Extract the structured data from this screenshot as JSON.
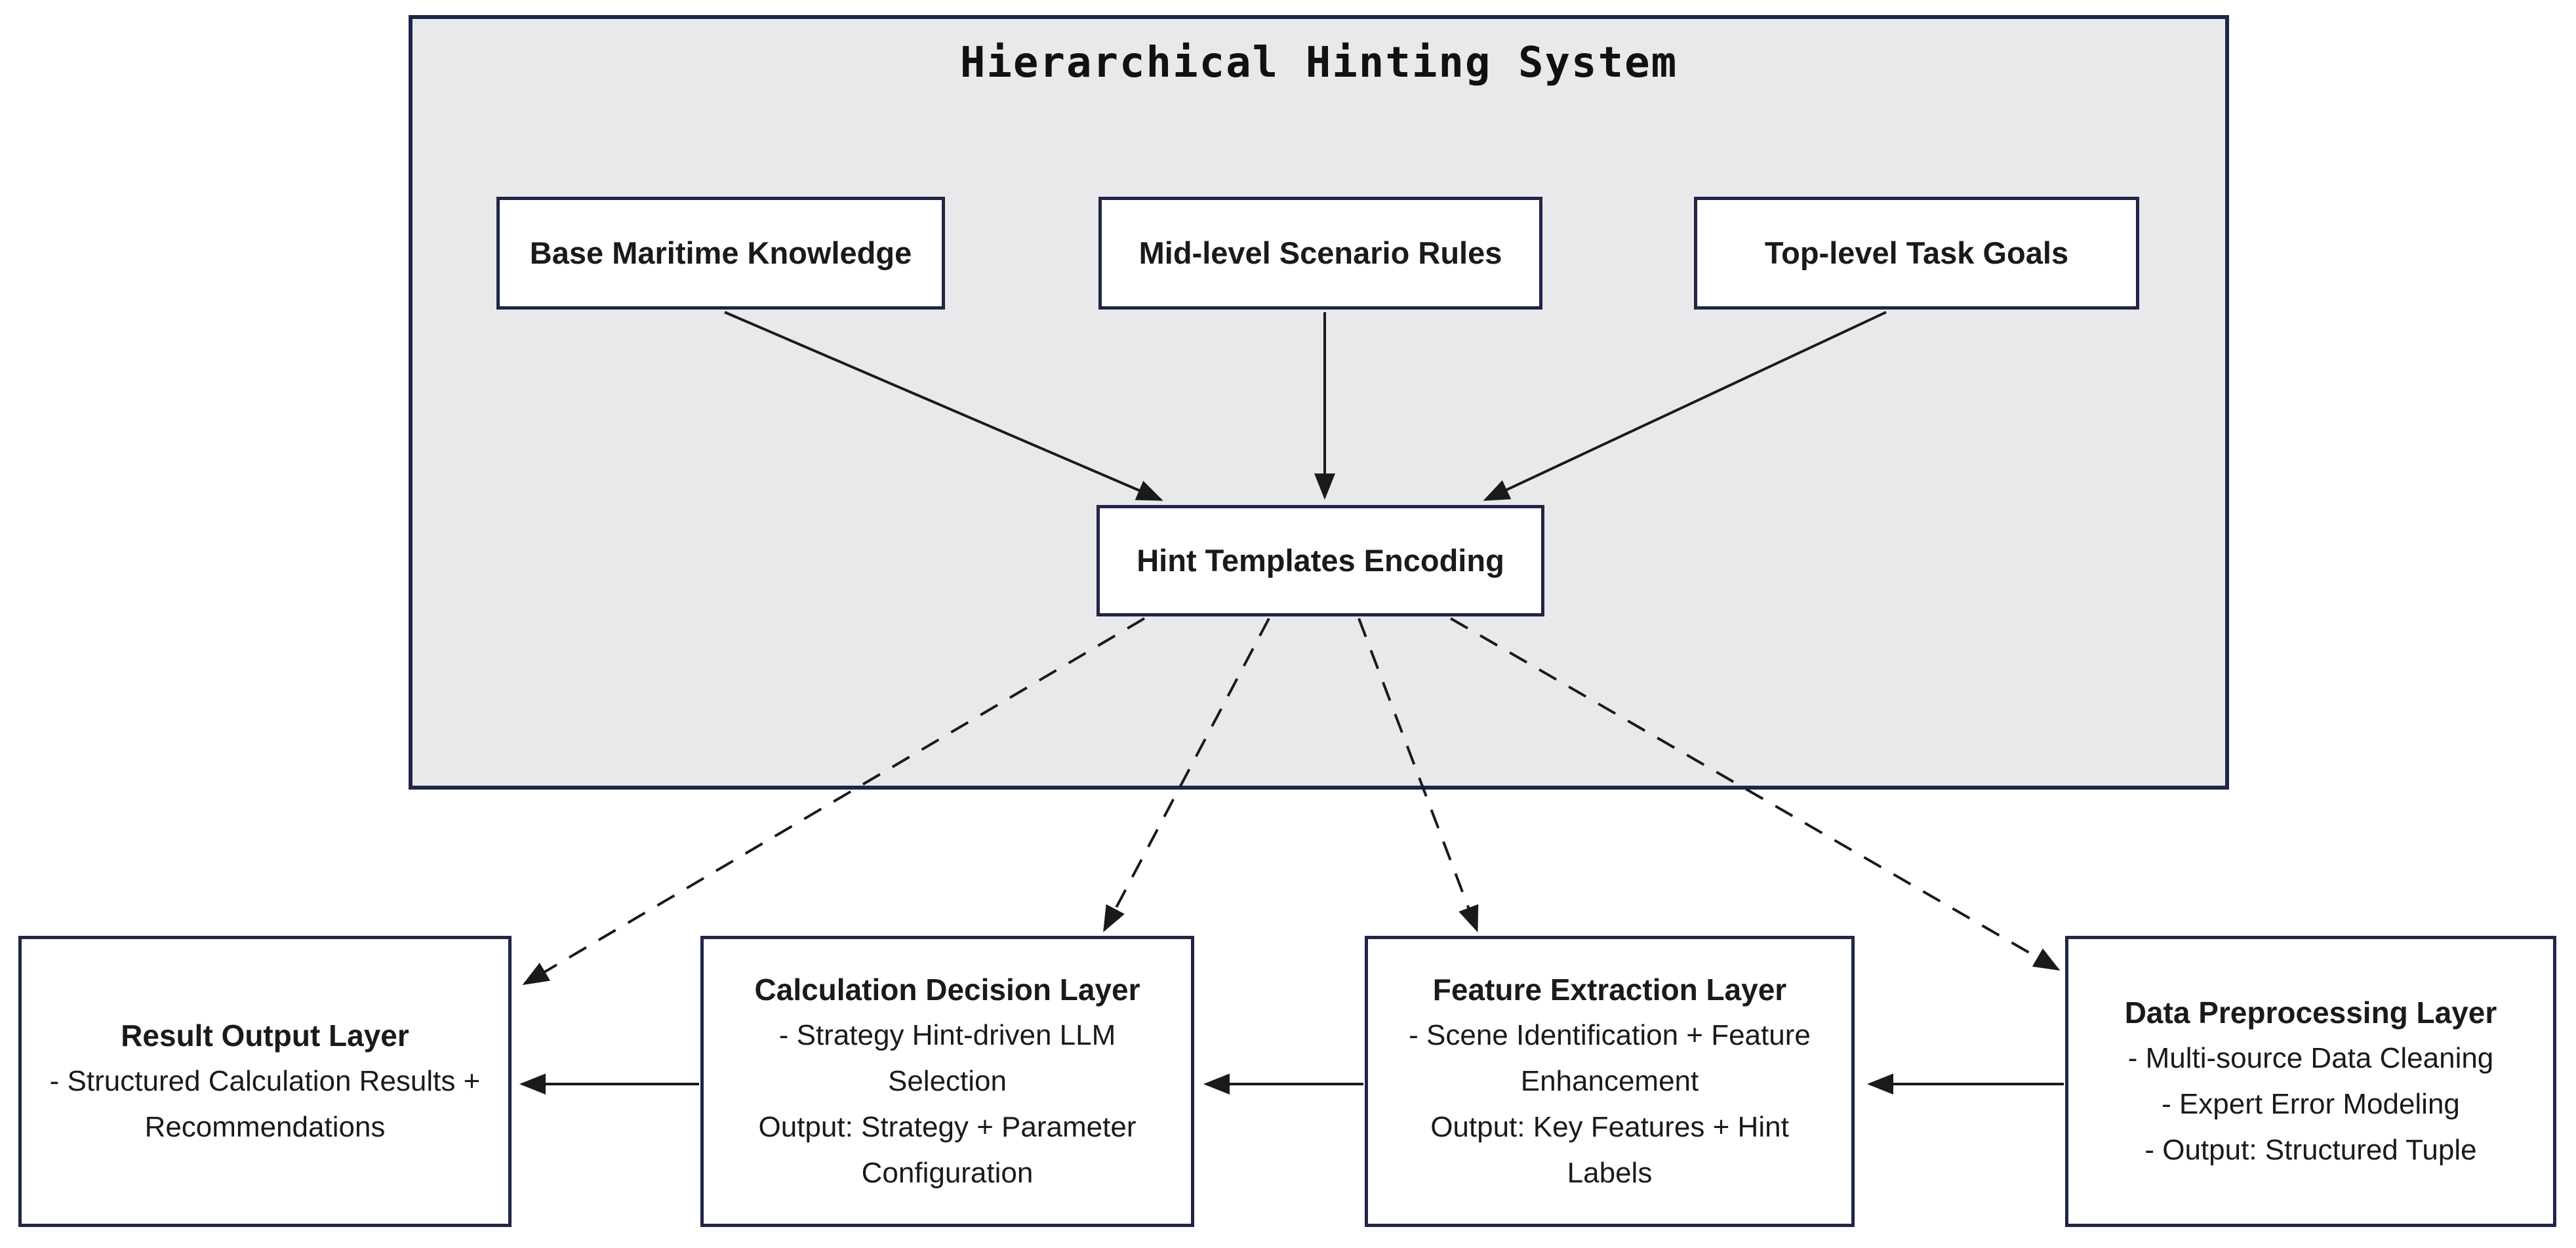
{
  "diagram": {
    "panel": {
      "title": "Hierarchical Hinting System"
    },
    "top_row": [
      {
        "label": "Base Maritime Knowledge"
      },
      {
        "label": "Mid-level Scenario Rules"
      },
      {
        "label": "Top-level Task Goals"
      }
    ],
    "hub": {
      "label": "Hint Templates Encoding"
    },
    "bottom_row": [
      {
        "title": "Result Output Layer",
        "lines": [
          "- Structured Calculation Results + Recommendations"
        ]
      },
      {
        "title": "Calculation Decision Layer",
        "lines": [
          "- Strategy Hint-driven LLM Selection",
          "Output: Strategy + Parameter Configuration"
        ]
      },
      {
        "title": "Feature Extraction Layer",
        "lines": [
          "- Scene Identification + Feature Enhancement",
          "Output: Key Features + Hint Labels"
        ]
      },
      {
        "title": "Data Preprocessing Layer",
        "lines": [
          "- Multi-source Data Cleaning",
          "- Expert Error Modeling",
          "- Output: Structured Tuple"
        ]
      }
    ],
    "colors": {
      "panel_fill": "#e9e9eb",
      "border_navy": "#1f2646",
      "arrow_black": "#1a1a1a",
      "box_fill": "#ffffff",
      "text": "#1a1a1a"
    }
  }
}
